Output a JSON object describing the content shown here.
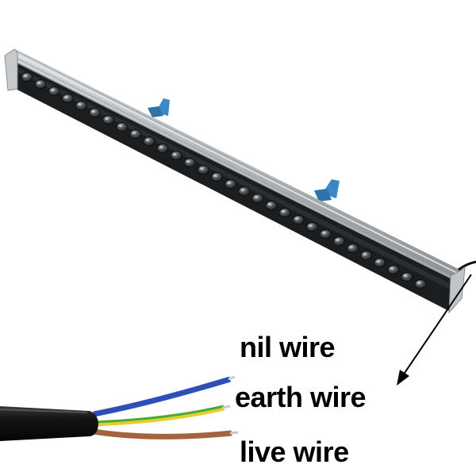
{
  "labels": {
    "nil": "nil wire",
    "earth": "earth wire",
    "live": "live wire"
  },
  "product": {
    "led_count": 30
  },
  "colors": {
    "housing": "#b9bcbe",
    "lens_panel": "#1b1d1f",
    "bracket": "#3a88c8",
    "cable_jacket": "#111111",
    "wire_nil": "#2e4fb8",
    "wire_earth_green": "#48a83a",
    "wire_earth_yellow": "#e4cf2a",
    "wire_live": "#a5633c",
    "arrow": "#000000"
  },
  "icons": [
    "arrow-pointer-icon"
  ]
}
